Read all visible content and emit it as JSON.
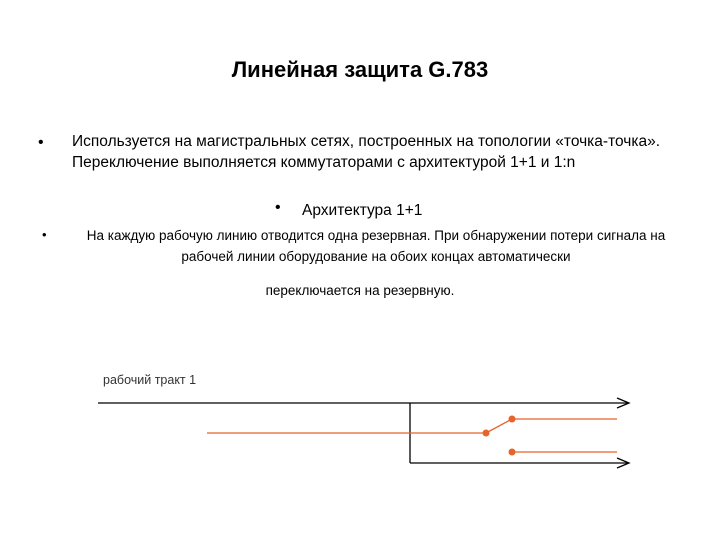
{
  "title": "Линейная защита G.783",
  "bullets": {
    "symbol": "•",
    "item1": "Используется на магистральных сетях, построенных на топологии «точка-точка». Переключение выполняется коммутаторами с архитектурой 1+1 и 1:n",
    "item2": "Архитектура 1+1",
    "item3": "На каждую рабочую линию отводится одна резервная. При обнаружении потери сигнала на рабочей линии оборудование на обоих концах автоматически",
    "item3_continued": "переключается на резервную."
  },
  "diagram": {
    "label": "рабочий тракт 1",
    "line_color": "#000000",
    "accent_color": "#e8632b"
  }
}
